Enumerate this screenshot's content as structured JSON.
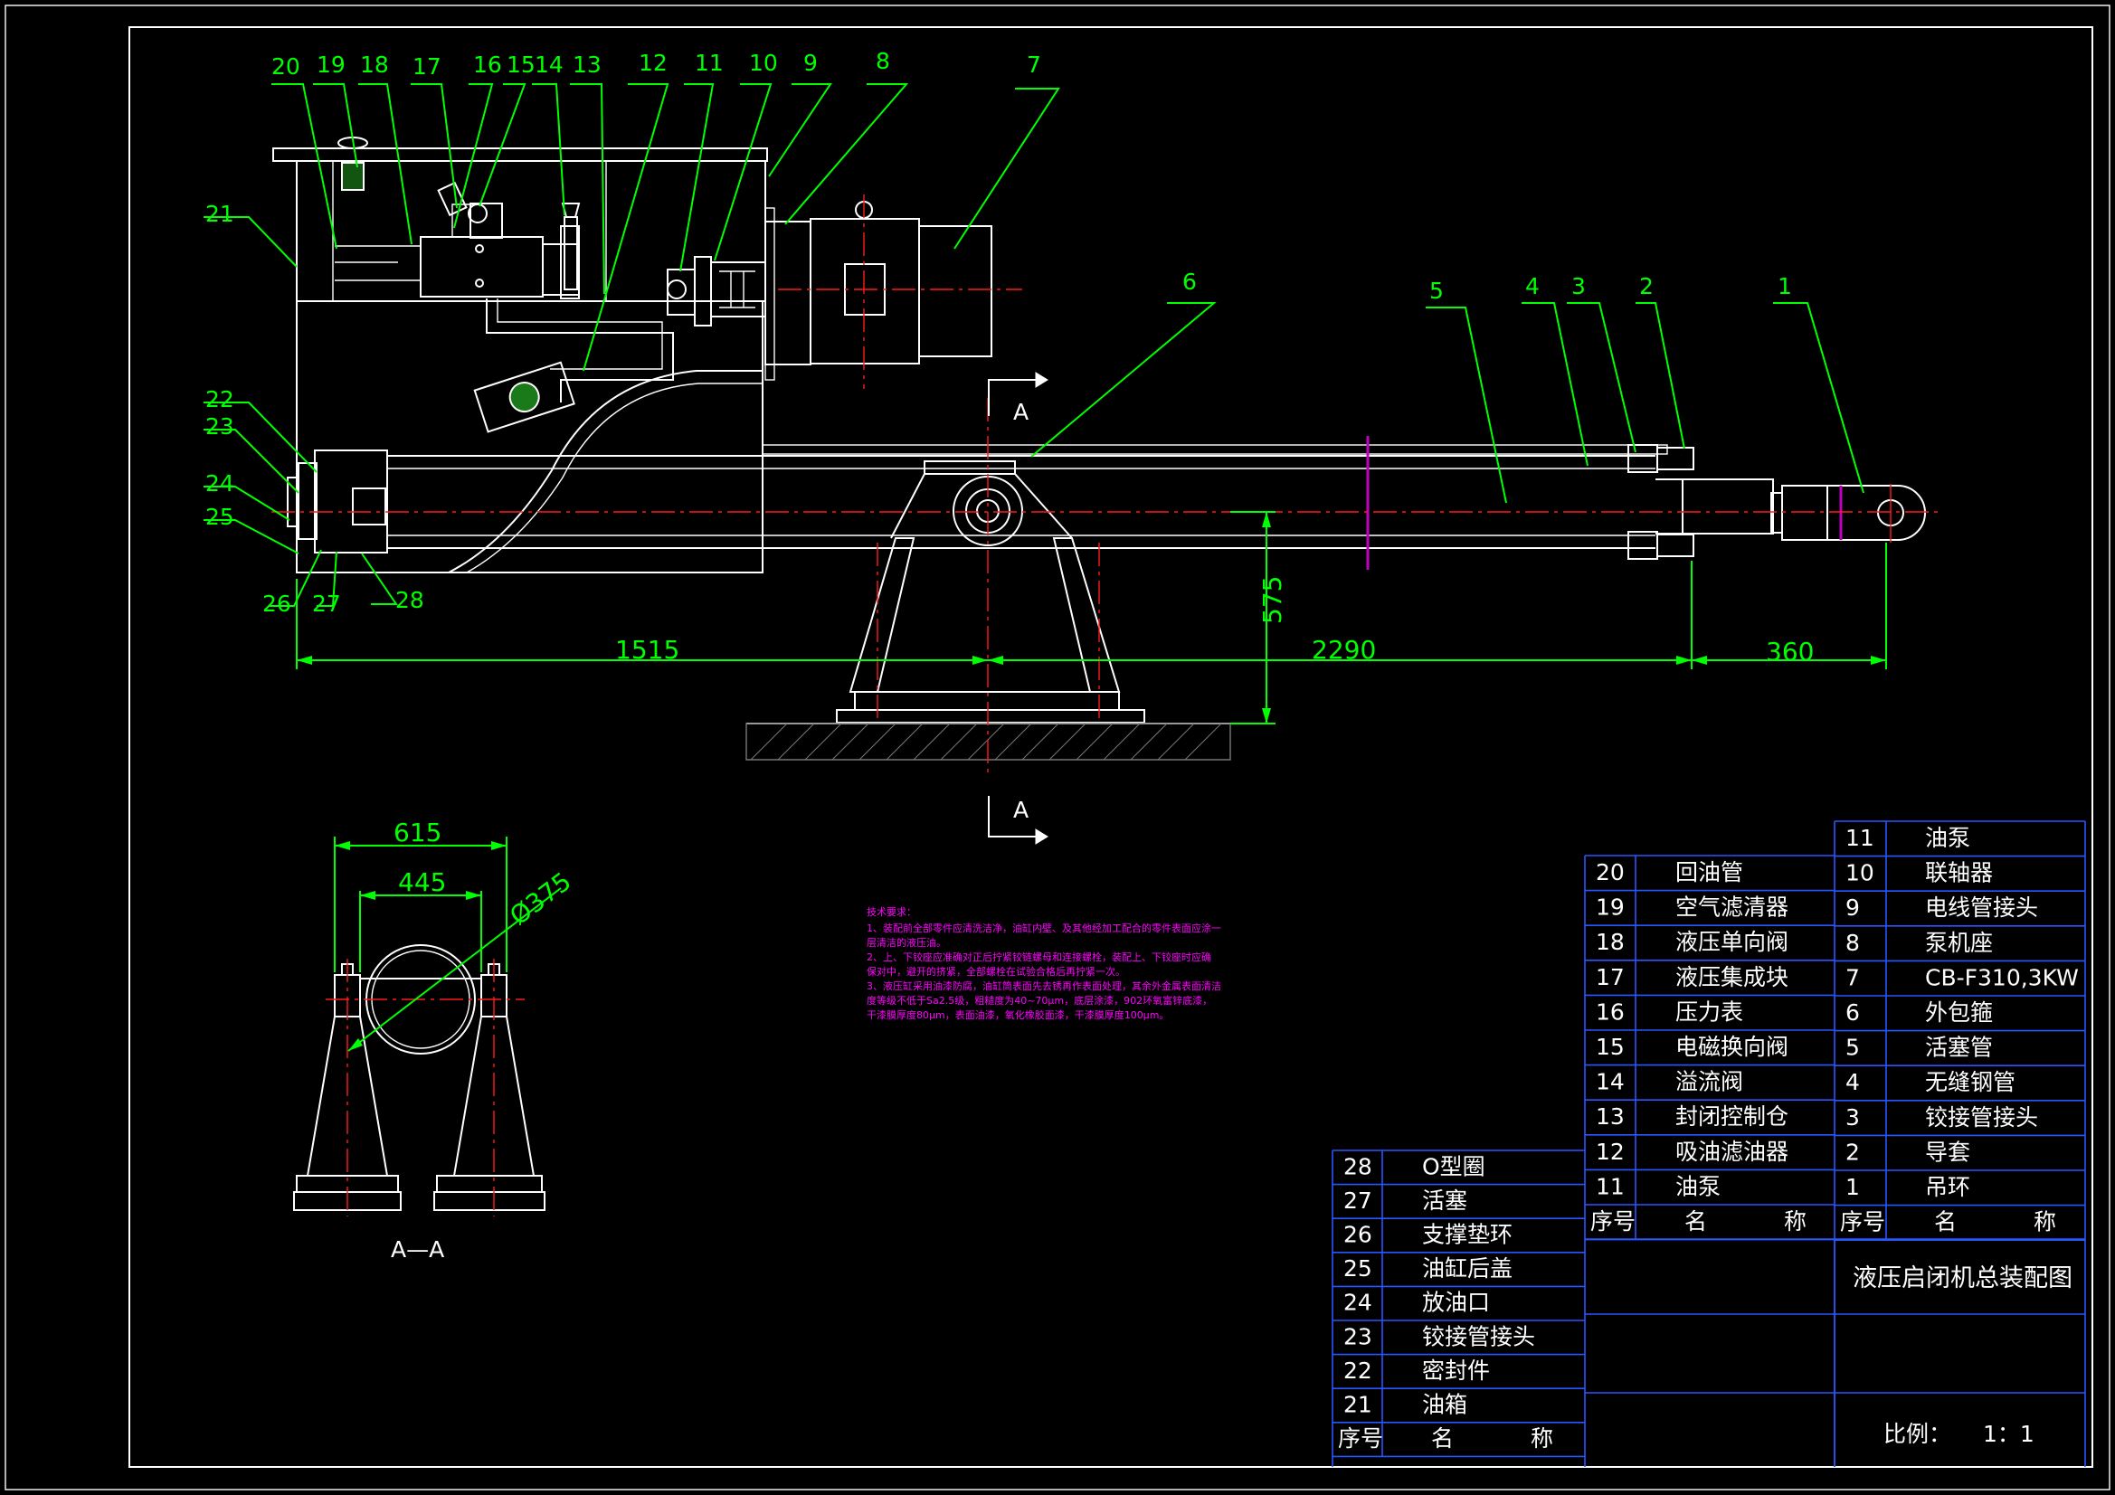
{
  "drawing": {
    "title": "液压启闭机总装配图",
    "scale_label": "比例：",
    "scale_value": "1：1",
    "section_label": "A—A",
    "section_marks": [
      "A",
      "A"
    ]
  },
  "dimensions": {
    "d1515": "1515",
    "d2290": "2290",
    "d360": "360",
    "d575": "575",
    "d615": "615",
    "d445": "445",
    "d375": "Ø375"
  },
  "balloons": [
    "1",
    "2",
    "3",
    "4",
    "5",
    "6",
    "7",
    "8",
    "9",
    "10",
    "11",
    "12",
    "13",
    "14",
    "15",
    "16",
    "17",
    "18",
    "19",
    "20",
    "21",
    "22",
    "23",
    "24",
    "25",
    "26",
    "27",
    "28"
  ],
  "notes": {
    "heading": "技术要求：",
    "lines": [
      "1、装配前全部零件应清洗洁净，油缸内壁、及其他经加工配合的零件表面应涂一",
      "   层清洁的液压油。",
      "2、上、下铰座应准确对正后拧紧铰链螺母和连接螺栓，装配上、下铰座时应确",
      "   保对中，避开的挤紧，全部螺栓在试验合格后再拧紧一次。",
      "3、液压缸采用油漆防腐，油缸筒表面先去锈再作表面处理，其余外金属表面清洁",
      "   度等级不低于Sa2.5级，粗糙度为40~70μm，底层涂漆，902环氧富锌底漆，",
      "   干漆膜厚度80μm，表面油漆，氧化橡胶面漆，干漆膜厚度100μm。"
    ]
  },
  "parts_table_right": {
    "header": {
      "no": "序号",
      "name_a": "名",
      "name_b": "称"
    },
    "rows": [
      {
        "no": "11",
        "name": "油泵"
      },
      {
        "no": "10",
        "name": "联轴器"
      },
      {
        "no": "9",
        "name": "电线管接头"
      },
      {
        "no": "8",
        "name": "泵机座"
      },
      {
        "no": "7",
        "name": "CB-F310,3KW"
      },
      {
        "no": "6",
        "name": "外包箍"
      },
      {
        "no": "5",
        "name": "活塞管"
      },
      {
        "no": "4",
        "name": "无缝钢管"
      },
      {
        "no": "3",
        "name": "铰接管接头"
      },
      {
        "no": "2",
        "name": "导套"
      },
      {
        "no": "1",
        "name": "吊环"
      }
    ]
  },
  "parts_table_mid": {
    "header": {
      "no": "序号",
      "name_a": "名",
      "name_b": "称"
    },
    "rows": [
      {
        "no": "20",
        "name": "回油管"
      },
      {
        "no": "19",
        "name": "空气滤清器"
      },
      {
        "no": "18",
        "name": "液压单向阀"
      },
      {
        "no": "17",
        "name": "液压集成块"
      },
      {
        "no": "16",
        "name": "压力表"
      },
      {
        "no": "15",
        "name": "电磁换向阀"
      },
      {
        "no": "14",
        "name": "溢流阀"
      },
      {
        "no": "13",
        "name": "封闭控制仓"
      },
      {
        "no": "12",
        "name": "吸油滤油器"
      },
      {
        "no": "11",
        "name": "油泵"
      }
    ]
  },
  "parts_table_left": {
    "header": {
      "no": "序号",
      "name_a": "名",
      "name_b": "称"
    },
    "rows": [
      {
        "no": "28",
        "name": "O型圈"
      },
      {
        "no": "27",
        "name": "活塞"
      },
      {
        "no": "26",
        "name": "支撑垫环"
      },
      {
        "no": "25",
        "name": "油缸后盖"
      },
      {
        "no": "24",
        "name": "放油口"
      },
      {
        "no": "23",
        "name": "铰接管接头"
      },
      {
        "no": "22",
        "name": "密封件"
      },
      {
        "no": "21",
        "name": "油箱"
      }
    ]
  }
}
